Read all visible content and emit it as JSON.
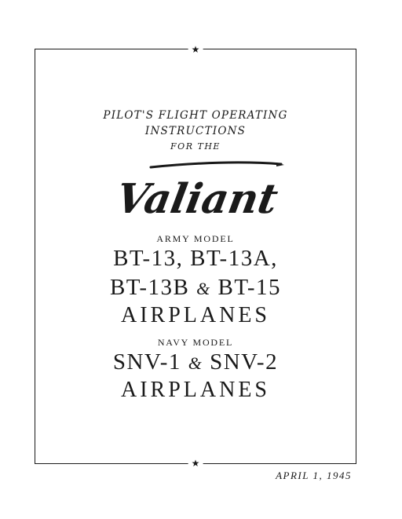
{
  "cover": {
    "header_line1": "PILOT'S FLIGHT OPERATING",
    "header_line2": "INSTRUCTIONS",
    "header_line3": "FOR THE",
    "logo_text": "Valiant",
    "army_label": "ARMY MODEL",
    "army_line1": "BT-13, BT-13A,",
    "army_line2_a": "BT-13B",
    "army_line2_amp": "&",
    "army_line2_b": "BT-15",
    "army_line3": "AIRPLANES",
    "navy_label": "NAVY MODEL",
    "navy_line1_a": "SNV-1",
    "navy_line1_amp": "&",
    "navy_line1_b": "SNV-2",
    "navy_line2": "AIRPLANES",
    "date": "APRIL 1, 1945",
    "star_glyph": "★"
  },
  "colors": {
    "ink": "#1a1a1a",
    "paper": "#ffffff"
  }
}
